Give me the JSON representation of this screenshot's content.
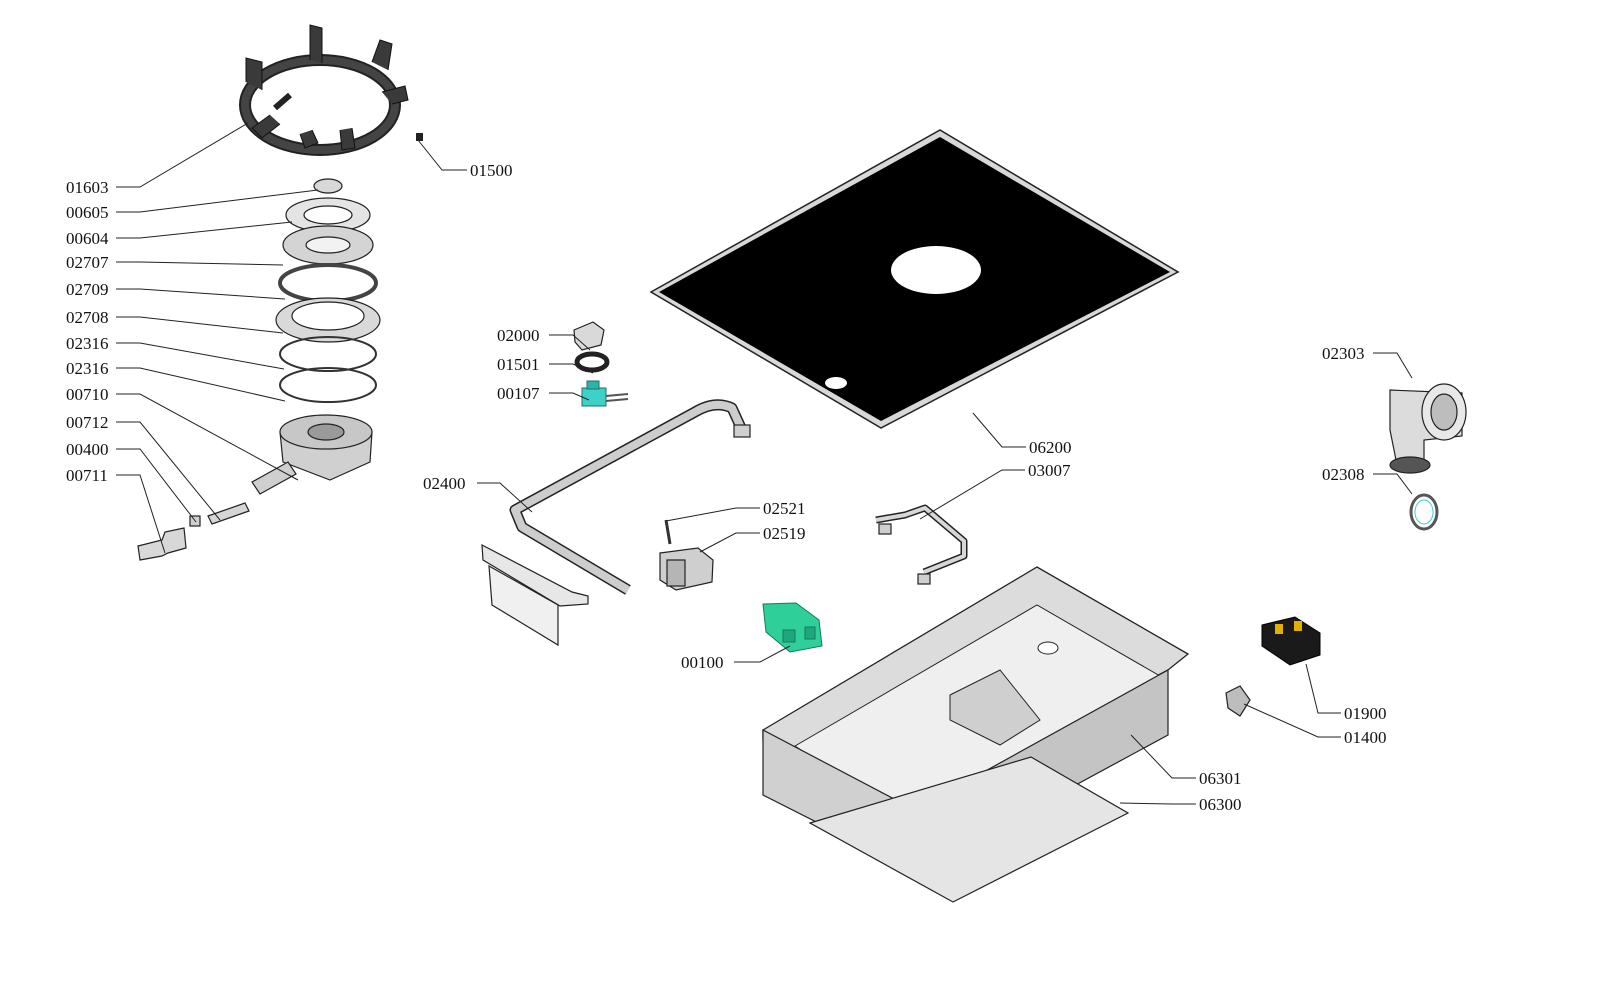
{
  "callouts": [
    {
      "id": "01603"
    },
    {
      "id": "01500"
    },
    {
      "id": "00605"
    },
    {
      "id": "00604"
    },
    {
      "id": "02707"
    },
    {
      "id": "02709"
    },
    {
      "id": "02708"
    },
    {
      "id": "02316a",
      "label": "02316"
    },
    {
      "id": "02316b",
      "label": "02316"
    },
    {
      "id": "00710"
    },
    {
      "id": "00712"
    },
    {
      "id": "00400"
    },
    {
      "id": "00711"
    },
    {
      "id": "02000"
    },
    {
      "id": "01501"
    },
    {
      "id": "00107"
    },
    {
      "id": "02400"
    },
    {
      "id": "02521"
    },
    {
      "id": "02519"
    },
    {
      "id": "00100"
    },
    {
      "id": "06200"
    },
    {
      "id": "03007"
    },
    {
      "id": "06301"
    },
    {
      "id": "06300"
    },
    {
      "id": "02303"
    },
    {
      "id": "02308"
    },
    {
      "id": "01900"
    },
    {
      "id": "01400"
    }
  ],
  "labels": {
    "l01603": "01603",
    "l01500": "01500",
    "l00605": "00605",
    "l00604": "00604",
    "l02707": "02707",
    "l02709": "02709",
    "l02708": "02708",
    "l02316a": "02316",
    "l02316b": "02316",
    "l00710": "00710",
    "l00712": "00712",
    "l00400": "00400",
    "l00711": "00711",
    "l02000": "02000",
    "l01501": "01501",
    "l00107": "00107",
    "l02400": "02400",
    "l02521": "02521",
    "l02519": "02519",
    "l00100": "00100",
    "l06200": "06200",
    "l03007": "03007",
    "l06301": "06301",
    "l06300": "06300",
    "l02303": "02303",
    "l02308": "02308",
    "l01900": "01900",
    "l01400": "01400"
  },
  "colors": {
    "line": "#222222",
    "glass": "#000000",
    "metal": "#d9d9d9",
    "metal_dark": "#a9a9a9",
    "accent_green": "#2fcf9a",
    "accent_teal": "#3fd0c8"
  }
}
